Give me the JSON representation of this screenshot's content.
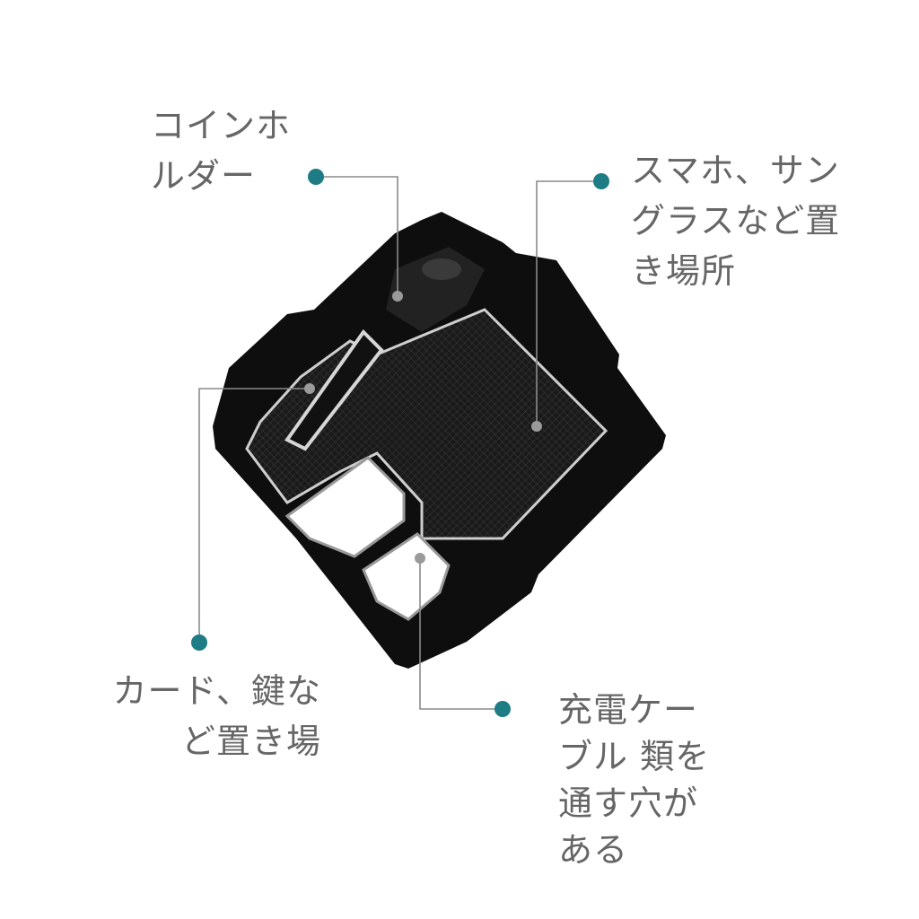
{
  "callouts": {
    "coin_holder": {
      "lines": [
        "コインホ",
        "ルダー"
      ]
    },
    "phone_area": {
      "lines": [
        "スマホ、サン",
        "グラスなど置",
        "き場所"
      ]
    },
    "card_key_area": {
      "lines": [
        "カード、鍵な",
        "ど置き場"
      ]
    },
    "cable_hole": {
      "lines": [
        "充電ケー",
        "ブル 類を",
        "通す穴が",
        "ある"
      ]
    }
  },
  "colors": {
    "accent_dot": "#1d7c84",
    "leader_line": "#8a8a8a",
    "text": "#666666",
    "tray": "#111111"
  }
}
